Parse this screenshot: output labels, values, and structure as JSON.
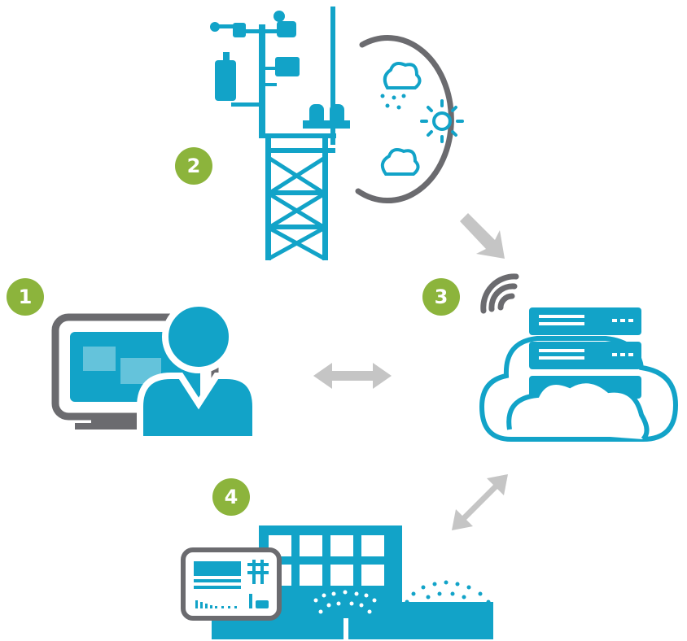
{
  "badges": {
    "user": "1",
    "weather_station": "2",
    "cloud_server": "3",
    "building": "4"
  },
  "colors": {
    "primary_blue": "#12a3c8",
    "gray": "#6b6b6f",
    "arrow_gray": "#c5c5c5",
    "badge_green": "#8cb43c",
    "white": "#ffffff"
  },
  "icons": {
    "weather_station": "weather-station-tower-icon",
    "weather_bubble": [
      "rain-cloud-icon",
      "sun-icon",
      "cloud-icon"
    ],
    "user": "computer-user-icon",
    "cloud_server": "cloud-server-icon",
    "wifi": "wifi-signal-icon",
    "building": "building-irrigation-icon",
    "dashboard": "dashboard-panel-icon"
  }
}
